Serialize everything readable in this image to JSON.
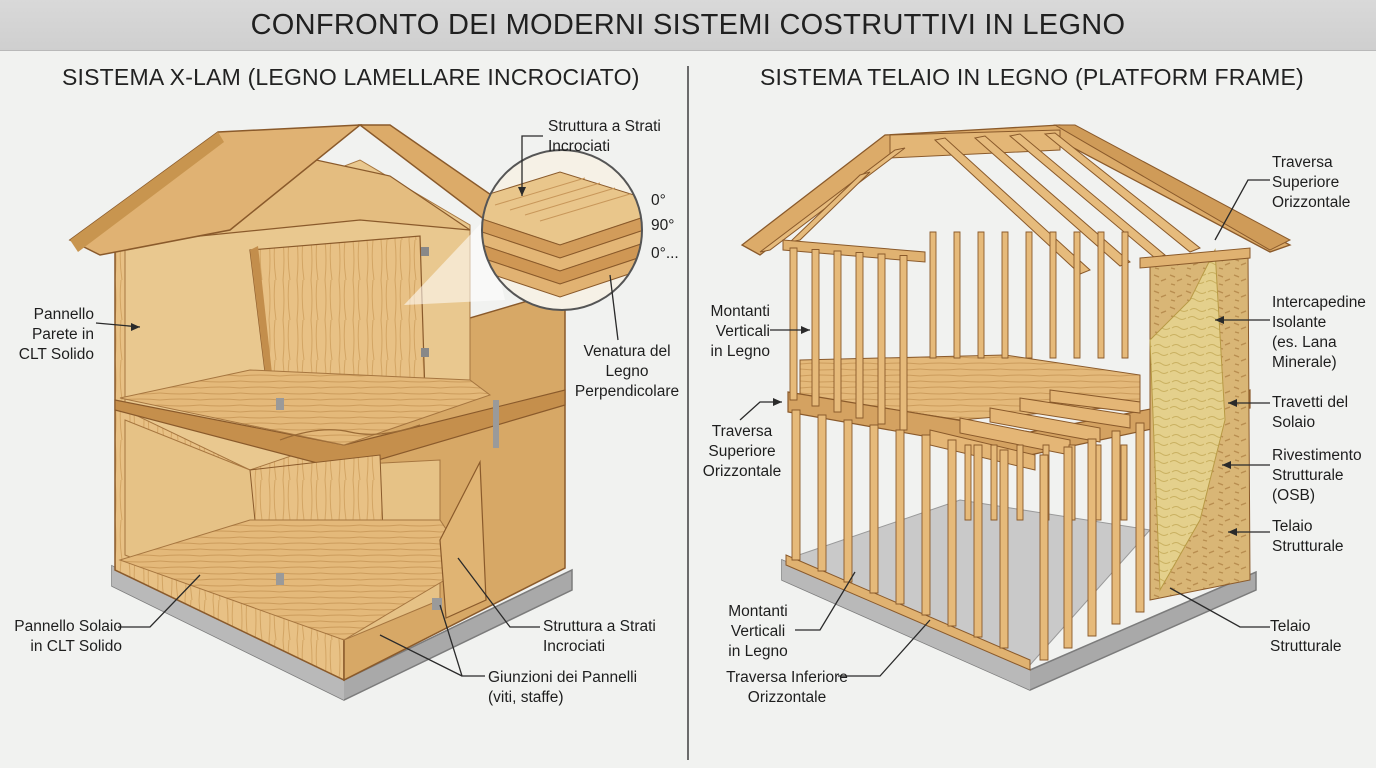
{
  "title": "CONFRONTO DEI MODERNI SISTEMI COSTRUTTIVI IN LEGNO",
  "left_panel": {
    "title": "SISTEMA X-LAM (LEGNO LAMELLARE INCROCIATO)",
    "labels": {
      "struttura_top": [
        "Struttura a Strati",
        "Incrociati"
      ],
      "angles": [
        "0°",
        "90°",
        "0°..."
      ],
      "parete": [
        "Pannello",
        "Parete in",
        "CLT Solido"
      ],
      "venatura": [
        "Venatura del",
        "Legno",
        "Perpendicolare"
      ],
      "solaio": [
        "Pannello Solaio",
        "in CLT Solido"
      ],
      "struttura_bottom": [
        "Struttura a Strati",
        "Incrociati"
      ],
      "giunzioni": [
        "Giunzioni dei Pannelli",
        "(viti, staffe)"
      ]
    }
  },
  "right_panel": {
    "title": "SISTEMA TELAIO IN LEGNO (PLATFORM FRAME)",
    "labels": {
      "traversa_sup_right": [
        "Traversa",
        "Superiore",
        "Orizzontale"
      ],
      "montanti_left": [
        "Montanti",
        "Verticali",
        "in Legno"
      ],
      "intercapedine": [
        "Intercapedine",
        "Isolante",
        "(es. Lana",
        "Minerale)"
      ],
      "traversa_sup_left": [
        "Traversa",
        "Superiore",
        "Orizzontale"
      ],
      "travetti": [
        "Travetti del",
        "Solaio"
      ],
      "rivestimento": [
        "Rivestimento",
        "Strutturale",
        "(OSB)"
      ],
      "telaio_1": [
        "Telaio",
        "Strutturale"
      ],
      "montanti_bottom": [
        "Montanti",
        "Verticali",
        "in Legno"
      ],
      "telaio_2": [
        "Telaio",
        "Strutturale"
      ],
      "traversa_inf": [
        "Traversa Inferiore",
        "Orizzontale"
      ]
    }
  },
  "colors": {
    "wood_light": "#eac48a",
    "wood_mid": "#dcae6c",
    "wood_dark": "#c48f4d",
    "wood_edge": "#8a5a2b",
    "concrete": "#a9a9a9",
    "insulation": "#e3cf86",
    "osb": "#d8b678"
  }
}
